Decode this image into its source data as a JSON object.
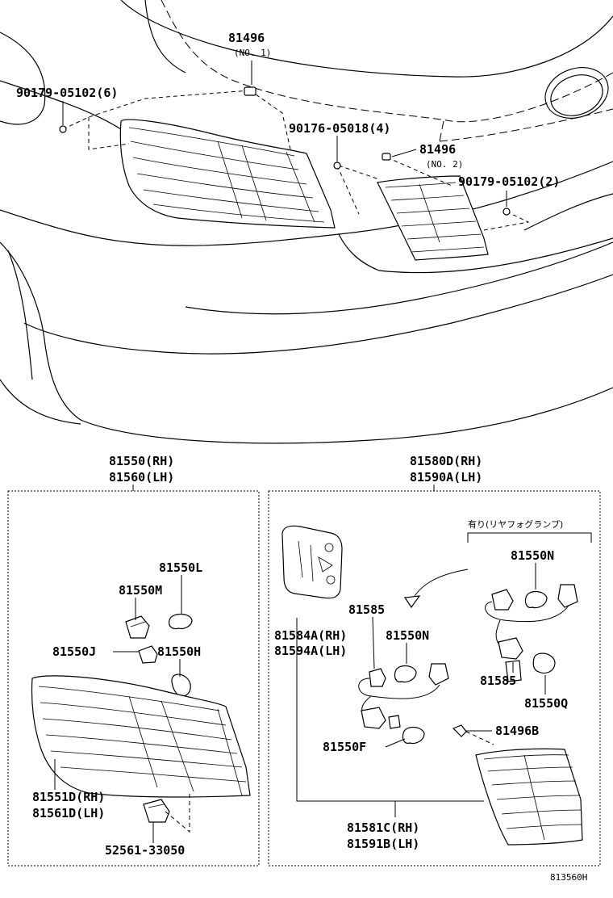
{
  "labels": {
    "p81496_top": "81496",
    "p81496_top_note": "(NO. 1)",
    "p90179_left": "90179-05102(6)",
    "p90176": "90176-05018(4)",
    "p81496_mid": "81496",
    "p81496_mid_note": "(NO. 2)",
    "p90179_right": "90179-05102(2)",
    "rh_lamp_rh": "81550(RH)",
    "rh_lamp_lh": "81560(LH)",
    "back_lamp_rh": "81580D(RH)",
    "back_lamp_lh": "81590A(LH)",
    "p81550L": "81550L",
    "p81550M": "81550M",
    "p81550J": "81550J",
    "p81550H": "81550H",
    "p81551D": "81551D(RH)",
    "p81561D": "81561D(LH)",
    "p52561": "52561-33050",
    "fog_note": "有り(リヤフォグランプ)",
    "p81550N_fog": "81550N",
    "p81585_center": "81585",
    "p81550N_center": "81550N",
    "p81584A": "81584A(RH)",
    "p81594A": "81594A(LH)",
    "p81585_fog": "81585",
    "p81550Q": "81550Q",
    "p81496B": "81496B",
    "p81550F": "81550F",
    "p81581C": "81581C(RH)",
    "p81591B": "81591B(LH)",
    "diagram_code": "813560H"
  }
}
